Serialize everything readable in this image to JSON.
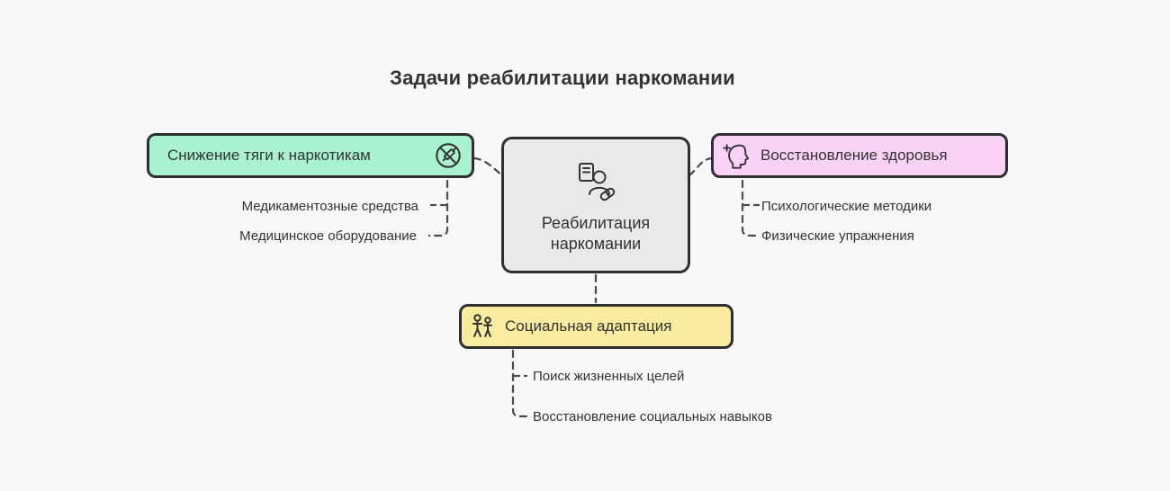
{
  "title": "Задачи реабилитации наркомании",
  "colors": {
    "background": "#f8f8fa",
    "node_border": "#2f2f2f",
    "left_node_fill": "#a9f2d0",
    "right_node_fill": "#fad2f6",
    "bottom_node_fill": "#f9ec9f",
    "center_node_fill": "#e9e9e9",
    "text": "#333333",
    "connector": "#4a4a4a"
  },
  "center": {
    "label": "Реабилитация наркомании",
    "icon": "rehab-person-pill-icon"
  },
  "branches": {
    "left": {
      "label": "Снижение тяги к наркотикам",
      "icon": "no-drugs-icon",
      "children": [
        "Медикаментозные средства",
        "Медицинское оборудование"
      ]
    },
    "right": {
      "label": "Восстановление здоровья",
      "icon": "head-plus-icon",
      "children": [
        "Психологические методики",
        "Физические упражнения"
      ]
    },
    "bottom": {
      "label": "Социальная адаптация",
      "icon": "people-icon",
      "children": [
        "Поиск жизненных целей",
        "Восстановление социальных навыков"
      ]
    }
  }
}
